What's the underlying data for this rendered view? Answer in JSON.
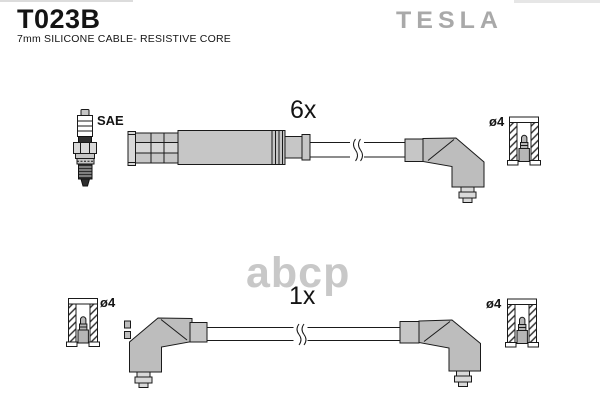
{
  "header": {
    "part_number": "T023B",
    "description": "7mm SILICONE CABLE- RESISTIVE CORE",
    "brand_logo": "TESLA"
  },
  "top_assembly": {
    "quantity": "6x",
    "spark_plug_standard": "SAE",
    "terminal_diameter": "ø4"
  },
  "bottom_assembly": {
    "quantity": "1x",
    "terminal_diameter_left": "ø4",
    "terminal_diameter_right": "ø4"
  },
  "watermark": {
    "text": "abcp"
  },
  "icons": {
    "spark_plug": "spark-plug-icon",
    "terminal_cross_section": "terminal-boot-cross-section-icon",
    "cable_break": "cable-break-mark"
  },
  "colors": {
    "outline": "#1a1a1a",
    "connector_fill": "#c6c6c6",
    "boot_fill": "#bdbdbd",
    "brand_gray": "#a9a9a9",
    "watermark_gray": "#c8c8c8",
    "bg": "#ffffff"
  }
}
